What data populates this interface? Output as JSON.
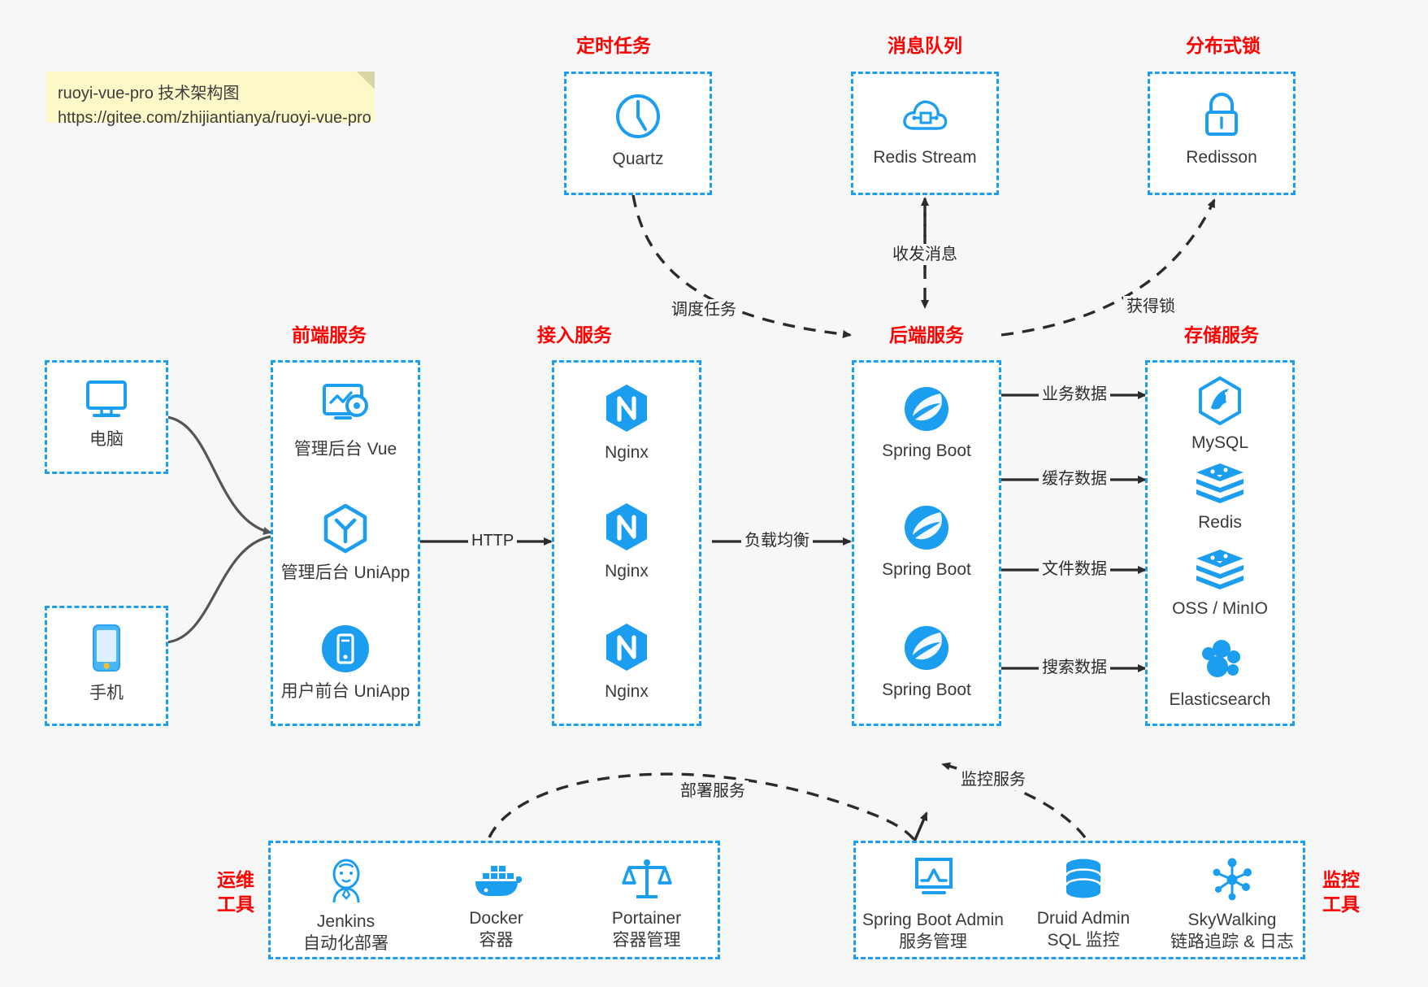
{
  "note": {
    "line1": "ruoyi-vue-pro 技术架构图",
    "line2": "https://gitee.com/zhijiantianya/ruoyi-vue-pro"
  },
  "groups": {
    "scheduler": {
      "title": "定时任务",
      "items": [
        {
          "label": "Quartz",
          "icon": "clock-icon"
        }
      ]
    },
    "mq": {
      "title": "消息队列",
      "items": [
        {
          "label": "Redis Stream",
          "icon": "cloud-stream-icon"
        }
      ]
    },
    "lock": {
      "title": "分布式锁",
      "items": [
        {
          "label": "Redisson",
          "icon": "lock-icon"
        }
      ]
    },
    "clients": {
      "items": [
        {
          "label": "电脑",
          "icon": "desktop-icon"
        },
        {
          "label": "手机",
          "icon": "phone-icon"
        }
      ]
    },
    "frontend": {
      "title": "前端服务",
      "items": [
        {
          "label": "管理后台 Vue",
          "icon": "dashboard-gear-icon"
        },
        {
          "label": "管理后台 UniApp",
          "icon": "uniapp-hex-icon"
        },
        {
          "label": "用户前台 UniApp",
          "icon": "mobile-circle-icon"
        }
      ]
    },
    "gateway": {
      "title": "接入服务",
      "items": [
        {
          "label": "Nginx",
          "icon": "nginx-icon"
        },
        {
          "label": "Nginx",
          "icon": "nginx-icon"
        },
        {
          "label": "Nginx",
          "icon": "nginx-icon"
        }
      ]
    },
    "backend": {
      "title": "后端服务",
      "items": [
        {
          "label": "Spring Boot",
          "icon": "spring-boot-icon"
        },
        {
          "label": "Spring Boot",
          "icon": "spring-boot-icon"
        },
        {
          "label": "Spring Boot",
          "icon": "spring-boot-icon"
        }
      ]
    },
    "storage": {
      "title": "存储服务",
      "items": [
        {
          "label": "MySQL",
          "icon": "mysql-icon"
        },
        {
          "label": "Redis",
          "icon": "redis-icon"
        },
        {
          "label": "OSS / MinIO",
          "icon": "oss-minio-icon"
        },
        {
          "label": "Elasticsearch",
          "icon": "elasticsearch-icon"
        }
      ]
    },
    "devops": {
      "title": "运维\n工具",
      "title_line1": "运维",
      "title_line2": "工具",
      "items": [
        {
          "label": "Jenkins",
          "sub": "自动化部署",
          "icon": "jenkins-icon"
        },
        {
          "label": "Docker",
          "sub": "容器",
          "icon": "docker-icon"
        },
        {
          "label": "Portainer",
          "sub": "容器管理",
          "icon": "scales-icon"
        }
      ]
    },
    "monitor": {
      "title_line1": "监控",
      "title_line2": "工具",
      "items": [
        {
          "label": "Spring Boot Admin",
          "sub": "服务管理",
          "icon": "monitor-chart-icon"
        },
        {
          "label": "Druid Admin",
          "sub": "SQL 监控",
          "icon": "database-icon"
        },
        {
          "label": "SkyWalking",
          "sub": "链路追踪 & 日志",
          "icon": "skywalking-icon"
        }
      ]
    }
  },
  "edges": {
    "http": "HTTP",
    "load_balance": "负载均衡",
    "schedule_task": "调度任务",
    "send_receive_message": "收发消息",
    "acquire_lock": "获得锁",
    "business_data": "业务数据",
    "cache_data": "缓存数据",
    "file_data": "文件数据",
    "search_data": "搜索数据",
    "deploy_service": "部署服务",
    "monitor_service": "监控服务"
  },
  "colors": {
    "accent": "#1b9df0",
    "title": "#ff0000",
    "edge": "#2b2b2b",
    "background": "#f7f7f7",
    "note": "#fcf8c8"
  }
}
